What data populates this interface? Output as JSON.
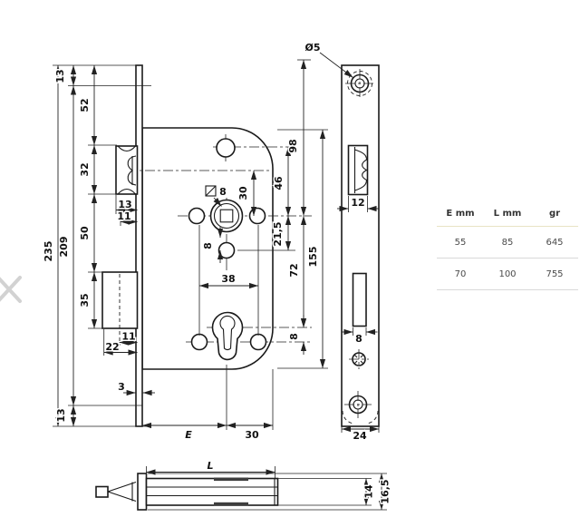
{
  "style": {
    "ink": "#1a1a1a",
    "header_rule": "#e8e3c4",
    "row_rule": "#d9d9d9",
    "watermark": "#d2d2d2"
  },
  "dims": {
    "front": {
      "total": "235",
      "screw_span": "209",
      "top_screw_offset": "13",
      "to_latch_top": "52",
      "latch_height": "32",
      "latch_depth": "13",
      "latch_throw": "11",
      "latch_to_bolt": "50",
      "bolt_height": "35",
      "bolt_throw": "11",
      "bolt_depth": "22",
      "plate_thickness": "3",
      "bottom_screw_offset": "13",
      "backset": "E",
      "edge_offset": "30",
      "spindle_square": "8",
      "centerline_to_spindle": "30",
      "hole_offset": "8",
      "hole_spacing": "38",
      "top_hole_to_spindle": "46",
      "spindle_to_hole": "21,5",
      "plate_top_to_spindle": "98",
      "spindle_to_cylinder": "72",
      "cylinder_hole_offset": "8",
      "case_height": "155"
    },
    "plate": {
      "screw_dia": "Ø5",
      "latch_cutout": "12",
      "bolt_cutout": "8",
      "width": "24"
    },
    "side": {
      "length": "L",
      "case_depth": "14",
      "total_depth": "16,5"
    }
  },
  "table": {
    "headers": [
      "E mm",
      "L mm",
      "gr"
    ],
    "rows": [
      [
        "55",
        "85",
        "645"
      ],
      [
        "70",
        "100",
        "755"
      ]
    ]
  }
}
